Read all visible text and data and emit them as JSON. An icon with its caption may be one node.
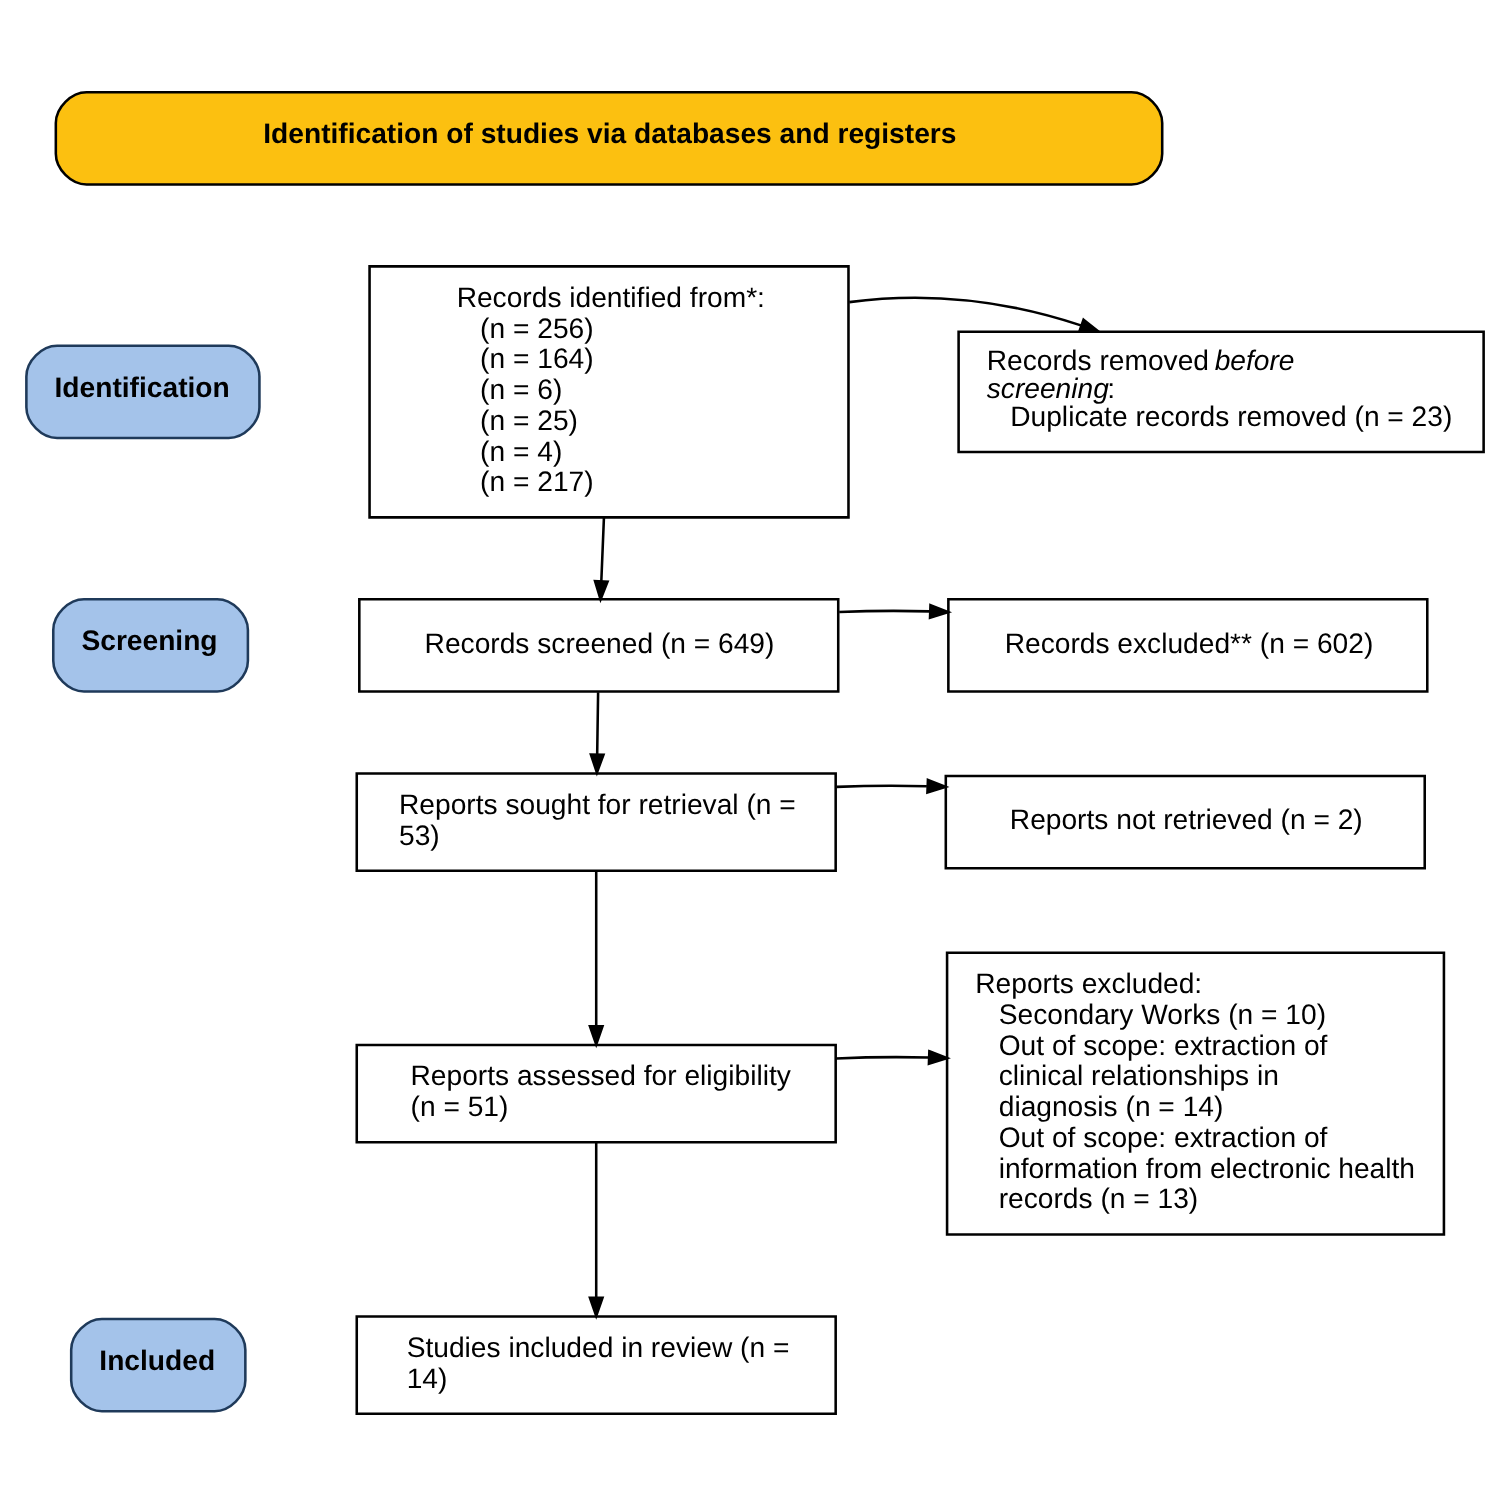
{
  "diagram": {
    "nodes": [
      {
        "text": [
          "Identification of studies via databases and registers"
        ]
      },
      {
        "text": [
          "Identification"
        ]
      },
      {
        "text": [
          "Screening"
        ]
      },
      {
        "text": [
          "Included"
        ]
      },
      {
        "text": [
          "Records identified from*:",
          "(n = 256)",
          "(n = 164)",
          "(n = 6)",
          "(n = 25)",
          "(n = 4)",
          "(n = 217)"
        ]
      },
      {
        "text": [
          "Records removed *before* *screening*:",
          "Duplicate records removed (n = 23)"
        ]
      },
      {
        "text": [
          "Records screened (n = 649)"
        ]
      },
      {
        "text": [
          "Records excluded** (n = 602)"
        ]
      },
      {
        "text": [
          "Reports sought for retrieval (n = 53)"
        ]
      },
      {
        "text": [
          "Reports not retrieved (n = 2)"
        ]
      },
      {
        "text": [
          "Reports assessed for eligibility (n = 51)"
        ]
      },
      {
        "text": [
          "Reports excluded:",
          "Secondary Works (n = 10)",
          "Out of scope: extraction of clinical relationships in diagnosis (n = 14)",
          "Out of scope: extraction of information from electronic health records (n = 13)"
        ]
      },
      {
        "text": [
          "Studies included in review (n = 14)"
        ]
      }
    ],
    "edges": [
      {
        "from": 4,
        "to": 5,
        "arrow": "to"
      },
      {
        "from": 4,
        "to": 6,
        "arrow": "to"
      },
      {
        "from": 6,
        "to": 7,
        "arrow": "to"
      },
      {
        "from": 6,
        "to": 8,
        "arrow": "to"
      },
      {
        "from": 8,
        "to": 9,
        "arrow": "to"
      },
      {
        "from": 8,
        "to": 10,
        "arrow": "to"
      },
      {
        "from": 10,
        "to": 11,
        "arrow": "to"
      },
      {
        "from": 10,
        "to": 12,
        "arrow": "to"
      }
    ]
  }
}
